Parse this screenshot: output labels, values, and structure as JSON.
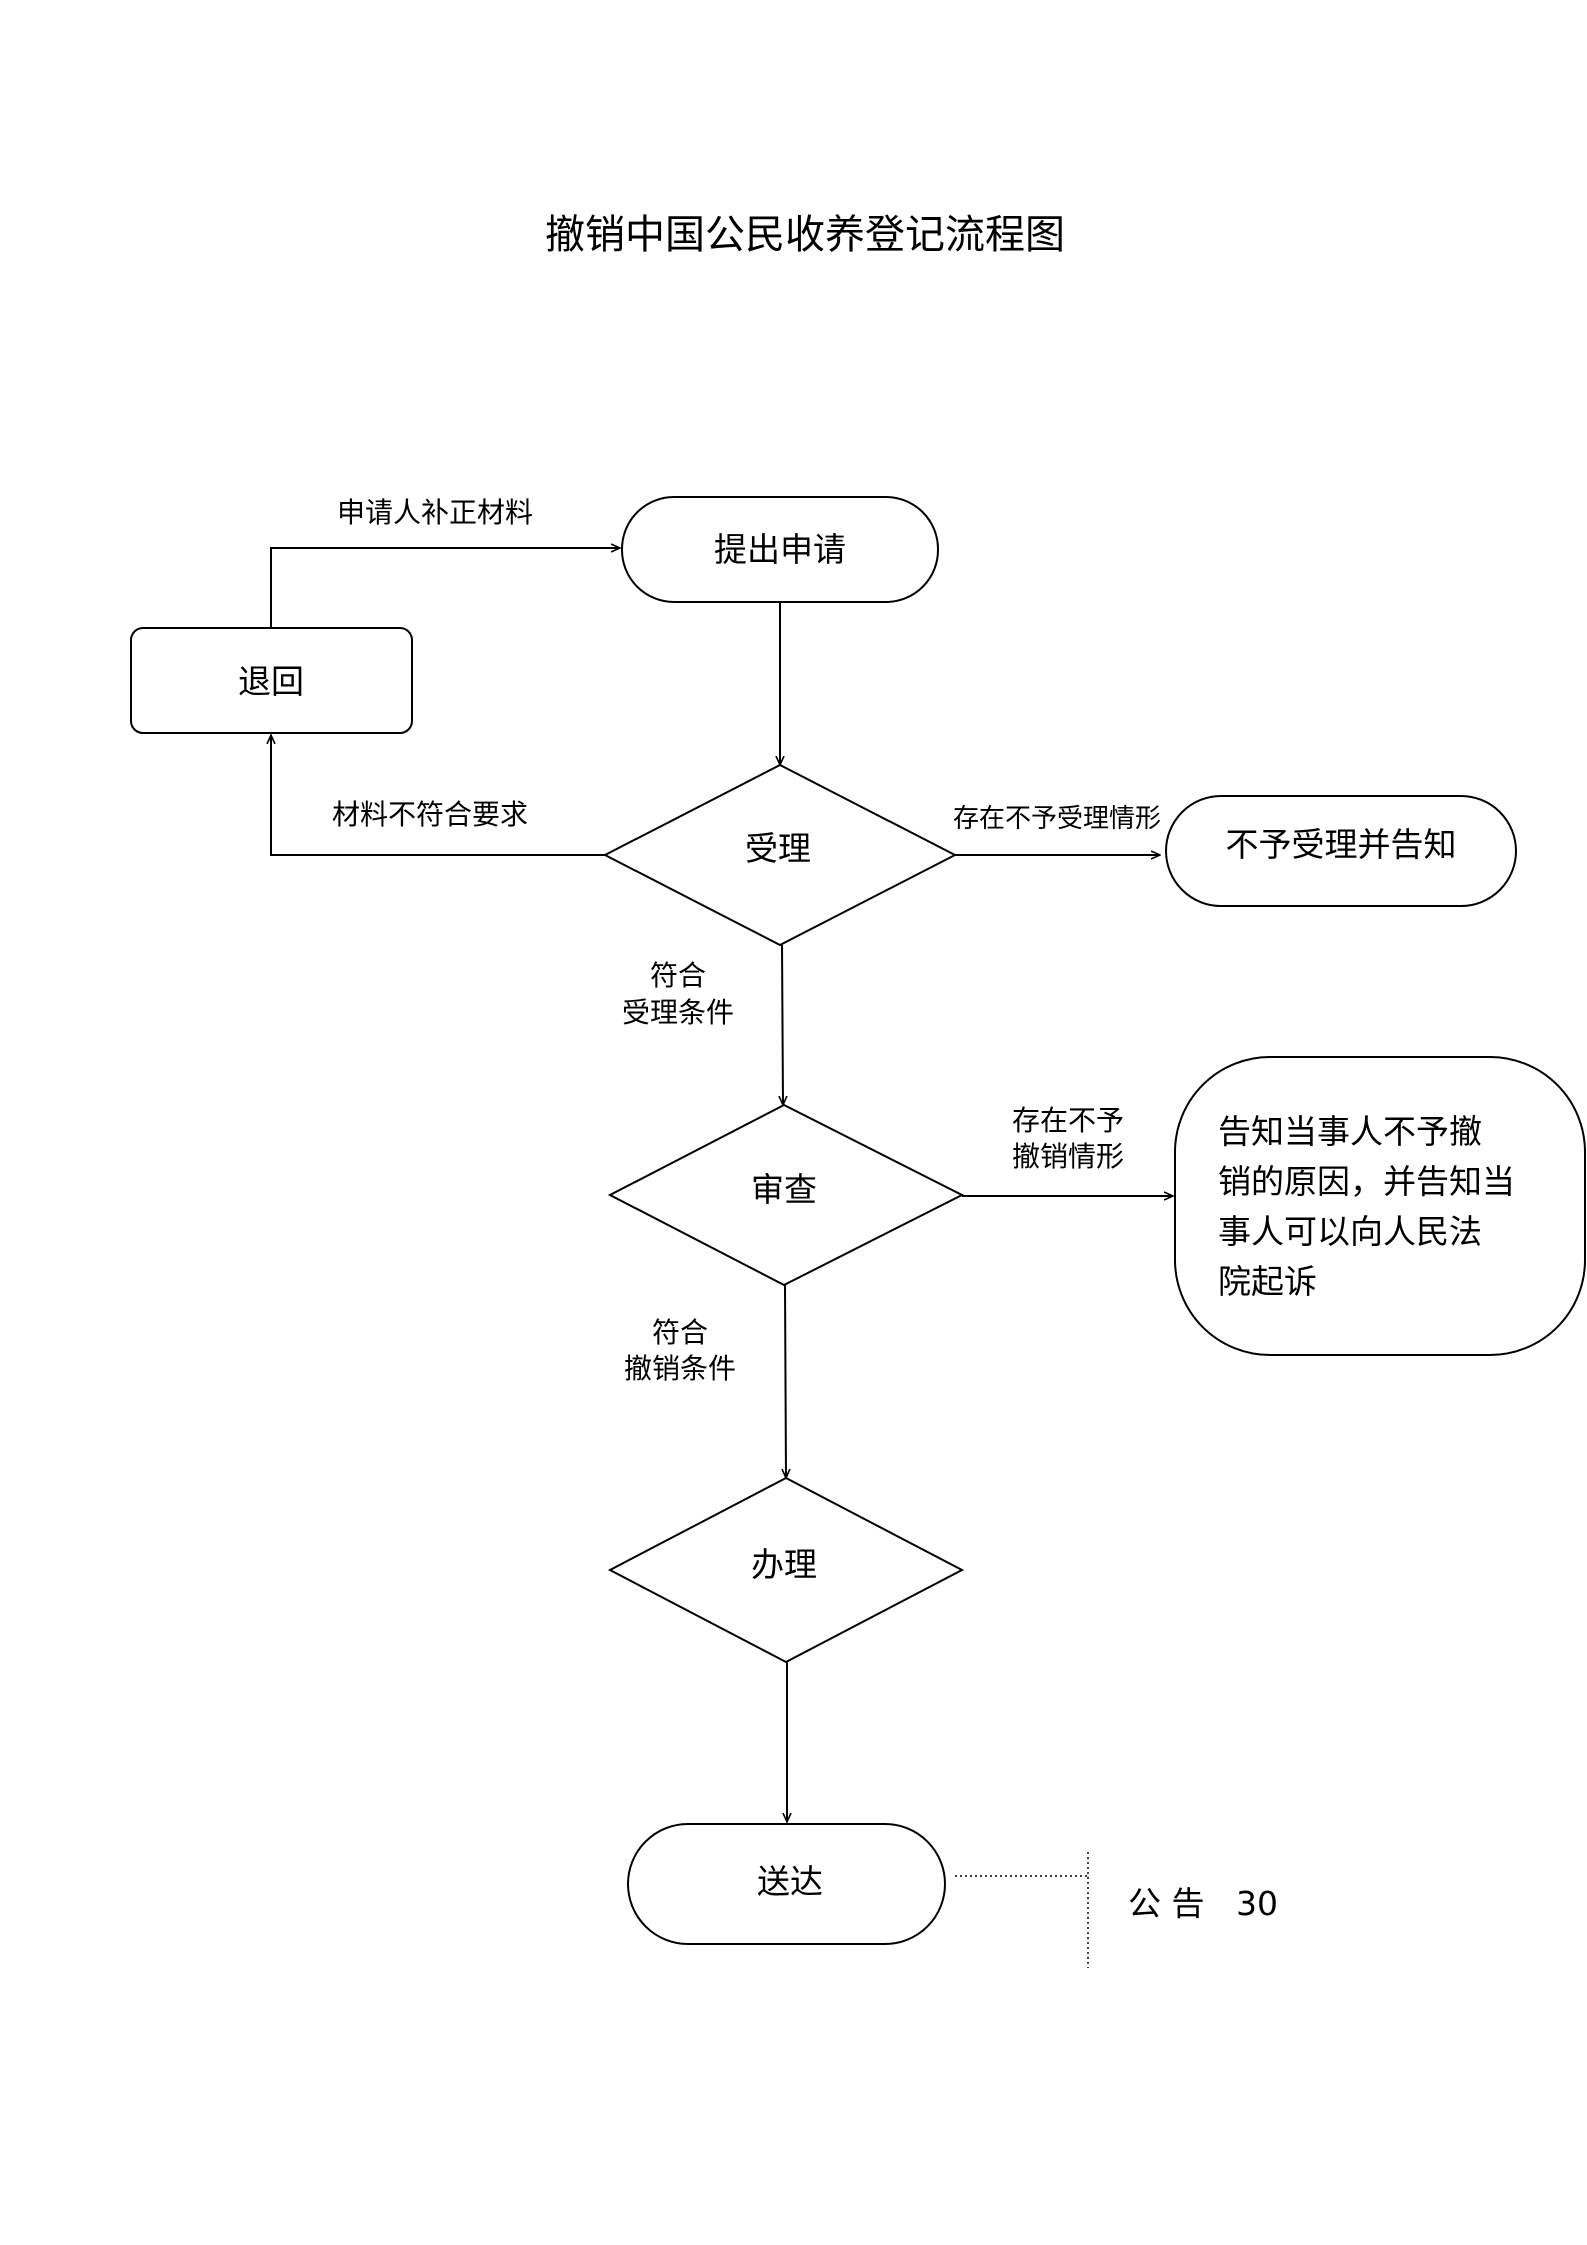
{
  "title": "撤销中国公民收养登记流程图",
  "nodes": {
    "submit": "提出申请",
    "return": "退回",
    "accept": "受理",
    "reject": "不予受理并告知",
    "review": "审查",
    "notify_lines": [
      "告知当事人不予撤",
      "销的原因，并告知当",
      "事人可以向人民法",
      "院起诉"
    ],
    "handle": "办理",
    "deliver": "送达"
  },
  "edges": {
    "resubmit": "申请人补正材料",
    "not_meet": "材料不符合要求",
    "reject_case": "存在不予受理情形",
    "meet_accept_1": "符合",
    "meet_accept_2": "受理条件",
    "no_revoke_1": "存在不予",
    "no_revoke_2": "撤销情形",
    "meet_revoke_1": "符合",
    "meet_revoke_2": "撤销条件"
  },
  "annotation": {
    "label": "公 告",
    "value": "30"
  }
}
